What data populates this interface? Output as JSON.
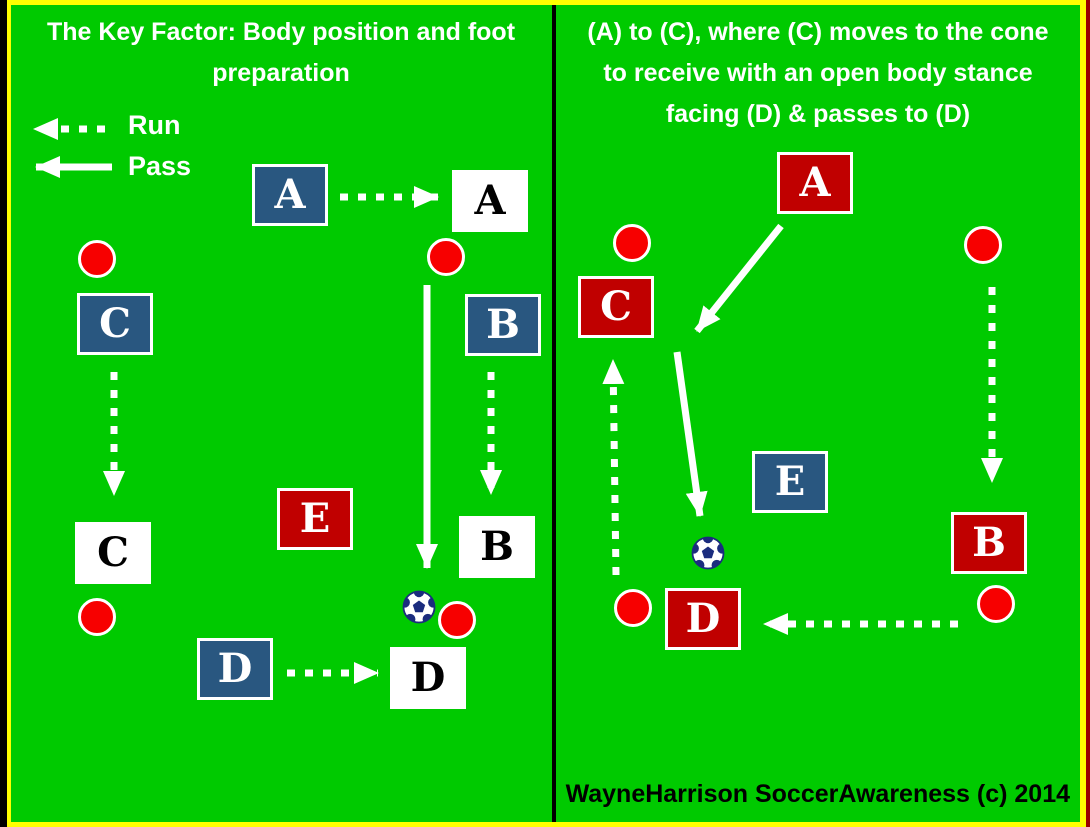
{
  "left_panel": {
    "title_lines": [
      "The Key Factor: Body position and foot",
      "preparation"
    ],
    "legend": {
      "run_label": "Run",
      "pass_label": "Pass"
    },
    "boxes": {
      "a_start": "A",
      "a_target": "A",
      "b_start": "B",
      "b_target": "B",
      "c_start": "C",
      "c_target": "C",
      "d_start": "D",
      "d_target": "D",
      "e": "E"
    }
  },
  "right_panel": {
    "title_lines": [
      "(A) to (C), where (C) moves to the cone",
      "to receive with an open body stance",
      "facing (D) & passes to (D)"
    ],
    "boxes": {
      "a": "A",
      "b": "B",
      "c": "C",
      "d": "D",
      "e": "E"
    }
  },
  "footer": {
    "credit": "WayneHarrison SoccerAwareness (c) 2014"
  },
  "colors": {
    "field": "#00CA00",
    "box_blue": "#295780",
    "box_red": "#C00000",
    "cone": "#F70000",
    "arrow": "#FFFFFF",
    "frame_yellow": "#FFFF00",
    "frame_black": "#000000",
    "frame_maroon": "#990000",
    "divider": "#000000",
    "ball_navy": "#1B2C7E"
  }
}
